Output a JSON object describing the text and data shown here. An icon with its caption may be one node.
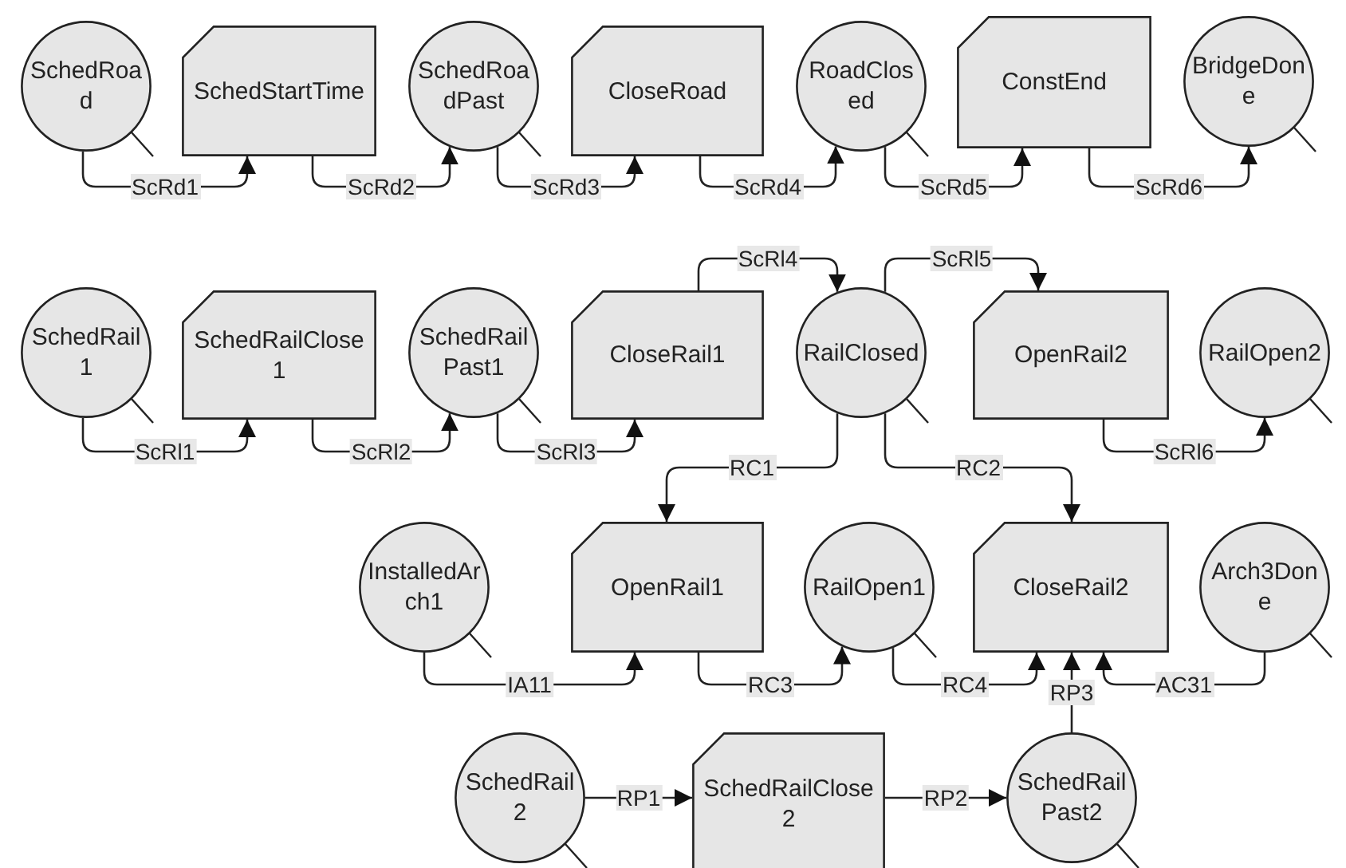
{
  "diagram": {
    "nodes": [
      {
        "text": [
          "SchedRoad"
        ]
      },
      {
        "text": [
          "SchedStartTime"
        ]
      },
      {
        "text": [
          "SchedRoadPast"
        ]
      },
      {
        "text": [
          "CloseRoad"
        ]
      },
      {
        "text": [
          "RoadClosed"
        ]
      },
      {
        "text": [
          "ConstEnd"
        ]
      },
      {
        "text": [
          "BridgeDone"
        ]
      },
      {
        "text": [
          "SchedRail1"
        ]
      },
      {
        "text": [
          "SchedRailClose1"
        ]
      },
      {
        "text": [
          "SchedRailPast1"
        ]
      },
      {
        "text": [
          "CloseRail1"
        ]
      },
      {
        "text": [
          "RailClosed"
        ]
      },
      {
        "text": [
          "OpenRail2"
        ]
      },
      {
        "text": [
          "RailOpen2"
        ]
      },
      {
        "text": [
          "InstalledArch1"
        ]
      },
      {
        "text": [
          "OpenRail1"
        ]
      },
      {
        "text": [
          "RailOpen1"
        ]
      },
      {
        "text": [
          "CloseRail2"
        ]
      },
      {
        "text": [
          "Arch3Done"
        ]
      },
      {
        "text": [
          "SchedRail2"
        ]
      },
      {
        "text": [
          "SchedRailClose2"
        ]
      },
      {
        "text": [
          "SchedRailPast2"
        ]
      }
    ],
    "edges": [
      {
        "from": 0,
        "to": 1,
        "arrow": "to",
        "label": "ScRd1"
      },
      {
        "from": 1,
        "to": 2,
        "arrow": "to",
        "label": "ScRd2"
      },
      {
        "from": 2,
        "to": 3,
        "arrow": "to",
        "label": "ScRd3"
      },
      {
        "from": 3,
        "to": 4,
        "arrow": "to",
        "label": "ScRd4"
      },
      {
        "from": 4,
        "to": 5,
        "arrow": "to",
        "label": "ScRd5"
      },
      {
        "from": 5,
        "to": 6,
        "arrow": "to",
        "label": "ScRd6"
      },
      {
        "from": 7,
        "to": 8,
        "arrow": "to",
        "label": "ScRl1"
      },
      {
        "from": 8,
        "to": 9,
        "arrow": "to",
        "label": "ScRl2"
      },
      {
        "from": 9,
        "to": 10,
        "arrow": "to",
        "label": "ScRl3"
      },
      {
        "from": 10,
        "to": 11,
        "arrow": "to",
        "label": "ScRl4"
      },
      {
        "from": 11,
        "to": 12,
        "arrow": "to",
        "label": "ScRl5"
      },
      {
        "from": 12,
        "to": 13,
        "arrow": "to",
        "label": "ScRl6"
      },
      {
        "from": 11,
        "to": 15,
        "arrow": "to",
        "label": "RC1"
      },
      {
        "from": 11,
        "to": 17,
        "arrow": "to",
        "label": "RC2"
      },
      {
        "from": 14,
        "to": 15,
        "arrow": "to",
        "label": "IA11"
      },
      {
        "from": 15,
        "to": 16,
        "arrow": "to",
        "label": "RC3"
      },
      {
        "from": 16,
        "to": 17,
        "arrow": "to",
        "label": "RC4"
      },
      {
        "from": 18,
        "to": 17,
        "arrow": "to",
        "label": "AC31"
      },
      {
        "from": 21,
        "to": 17,
        "arrow": "to",
        "label": "RP3"
      },
      {
        "from": 19,
        "to": 20,
        "arrow": "to",
        "label": "RP1"
      },
      {
        "from": 20,
        "to": 21,
        "arrow": "to",
        "label": "RP2"
      }
    ]
  }
}
